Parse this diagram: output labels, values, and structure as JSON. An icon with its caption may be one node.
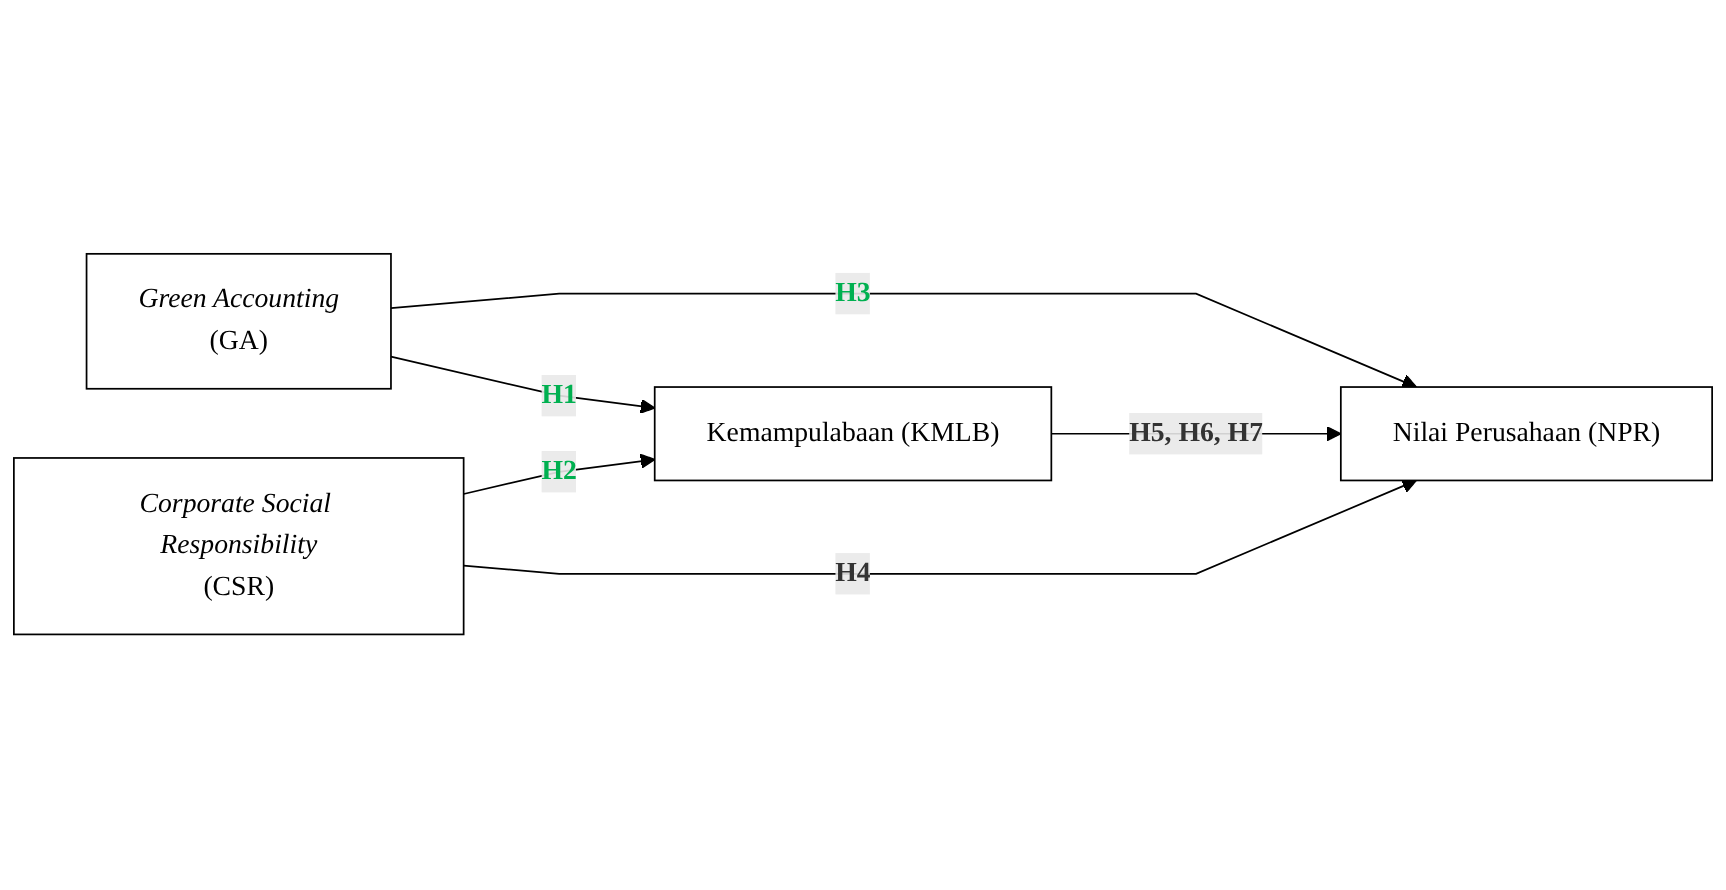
{
  "diagram": {
    "nodes": [
      {
        "text": [
          "Green Accounting",
          "(GA)"
        ]
      },
      {
        "text": [
          "Kemampulabaan (KMLB)"
        ]
      },
      {
        "text": [
          "Nilai Perusahaan (NPR)"
        ]
      },
      {
        "text": [
          "Corporate Social Responsibility",
          "(CSR)"
        ]
      }
    ],
    "edges": [
      {
        "from": 0,
        "to": 1,
        "arrow": "to",
        "label": "H1"
      },
      {
        "from": 0,
        "to": 2,
        "arrow": "to",
        "label": "H3"
      },
      {
        "from": 3,
        "to": 1,
        "arrow": "to",
        "label": "H2"
      },
      {
        "from": 1,
        "to": 2,
        "arrow": "to",
        "label": "H5, H6, H7"
      },
      {
        "from": 3,
        "to": 2,
        "arrow": "to",
        "label": "H4"
      }
    ]
  }
}
